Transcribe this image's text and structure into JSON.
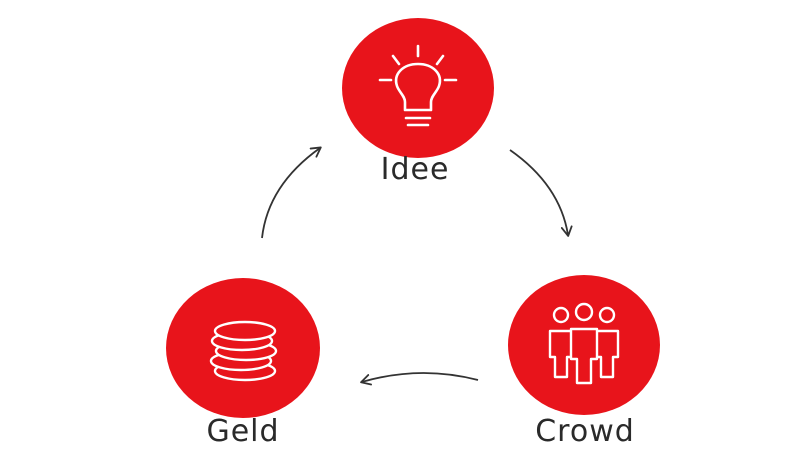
{
  "colors": {
    "accent": "#e8141b",
    "icon": "#ffffff",
    "arrow": "#333333",
    "text": "#2a2a2a"
  },
  "nodes": {
    "idee": {
      "label": "Idee",
      "icon": "lightbulb-icon"
    },
    "crowd": {
      "label": "Crowd",
      "icon": "people-group-icon"
    },
    "geld": {
      "label": "Geld",
      "icon": "coin-stack-icon"
    }
  },
  "cycle": [
    "idee",
    "crowd",
    "geld"
  ]
}
